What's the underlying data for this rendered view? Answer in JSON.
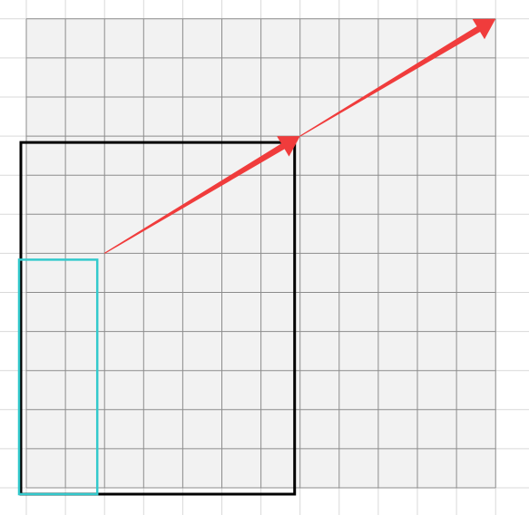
{
  "diagram": {
    "background_color": "#ffffff",
    "outer_grid_line_color": "#d9d9d9",
    "shaded_grid_fill": "#f2f2f2",
    "shaded_grid_line_color": "#8c8c8c",
    "grid_units": {
      "columns": 12,
      "rows": 12
    },
    "black_rectangle": {
      "color": "#000000",
      "from": [
        0,
        0
      ],
      "to": [
        7,
        9
      ]
    },
    "cyan_rectangle": {
      "color": "#33c9cc",
      "from": [
        0,
        0
      ],
      "to": [
        2,
        6
      ]
    },
    "arrow_color": "#f03c3c",
    "arrows": [
      {
        "name": "short-arrow",
        "from": [
          2,
          6
        ],
        "to": [
          7,
          9
        ]
      },
      {
        "name": "long-arrow",
        "from": [
          7,
          9
        ],
        "to": [
          12,
          12
        ]
      }
    ]
  }
}
